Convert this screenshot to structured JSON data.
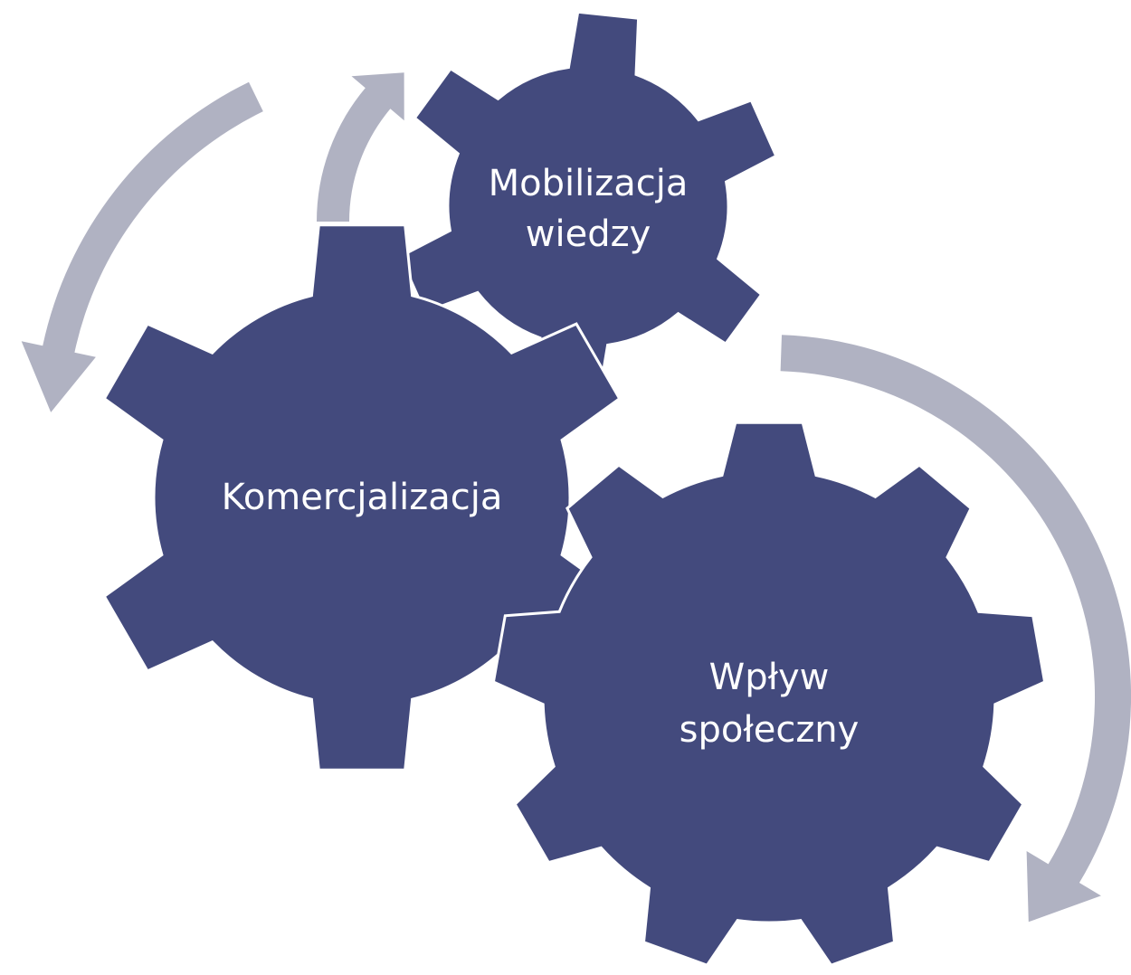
{
  "colors": {
    "gear_fill": "#434a7d",
    "gear_outline": "#ffffff",
    "arrow_fill": "#b0b2c2",
    "background": "#ffffff"
  },
  "gears": [
    {
      "id": "mobilization",
      "label_lines": [
        "Mobilizacja",
        "wiedzy"
      ]
    },
    {
      "id": "commercialization",
      "label_lines": [
        "Komercjalizacja"
      ]
    },
    {
      "id": "social-impact",
      "label_lines": [
        "Wpływ",
        "społeczny"
      ]
    }
  ],
  "arrows": [
    {
      "id": "top-arrow",
      "icon": "curved-arrow-up-icon"
    },
    {
      "id": "left-arrow",
      "icon": "curved-arrow-down-icon"
    },
    {
      "id": "right-arrow",
      "icon": "curved-arrow-down-icon"
    }
  ]
}
